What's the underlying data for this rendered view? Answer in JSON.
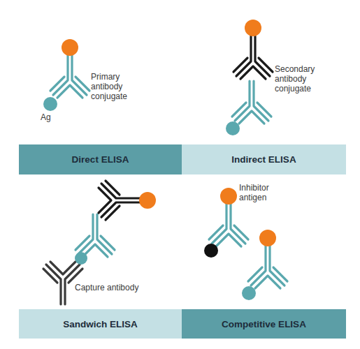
{
  "diagram": {
    "nodes": [
      {
        "text": [
          "Direct ELISA"
        ]
      },
      {
        "text": [
          "Indirect ELISA"
        ]
      },
      {
        "text": [
          "Sandwich ELISA"
        ]
      },
      {
        "text": [
          "Competitive ELISA"
        ]
      }
    ],
    "labels": [
      "Primary antibody conjugate",
      "Ag",
      "Secondary antibody conjugate",
      "Capture antibody",
      "Inhibitor antigen"
    ]
  }
}
